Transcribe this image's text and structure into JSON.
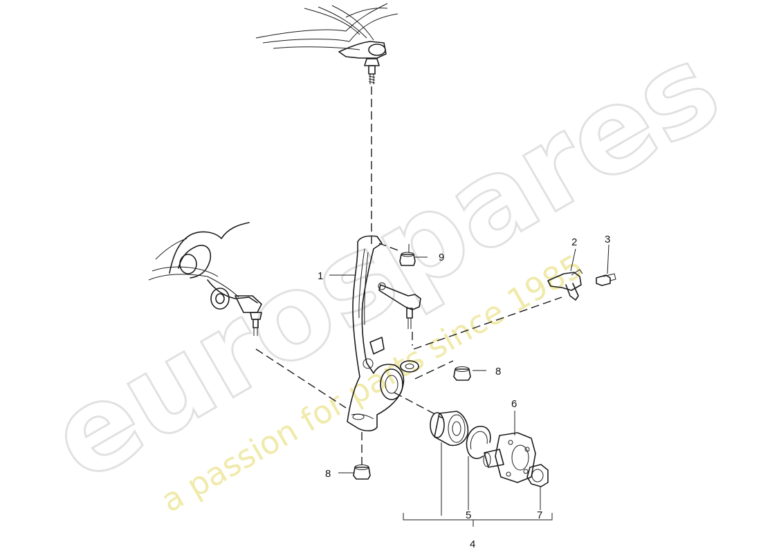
{
  "watermark": {
    "brand": "eurospares",
    "tagline": "a passion for parts since 1985"
  },
  "callouts": {
    "c1": "1",
    "c2": "2",
    "c3": "3",
    "c4": "4",
    "c5": "5",
    "c6": "6",
    "c7": "7",
    "c8a": "8",
    "c8b": "8",
    "c9": "9"
  }
}
